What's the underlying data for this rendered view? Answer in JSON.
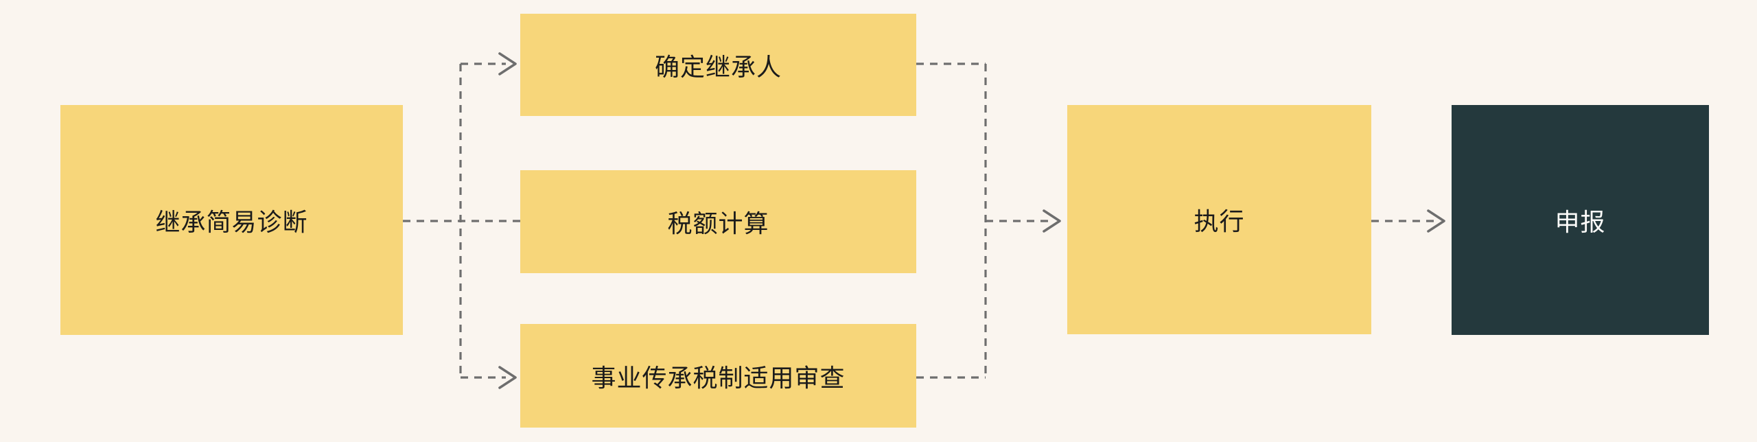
{
  "diagram": {
    "type": "flowchart",
    "background_color": "#FAF5EF",
    "node_fill_color": "#F7D67A",
    "emphasis_node_fill_color": "#24393D",
    "node_text_color": "#1B1B1B",
    "emphasis_node_text_color": "#FCFCFA",
    "connector_color": "#6E6E6E",
    "connector_style": "dashed",
    "nodes": [
      {
        "id": "inheritance-diagnosis",
        "label": "继承简易诊断",
        "role": "start",
        "fill": "#F7D67A"
      },
      {
        "id": "determine-heir",
        "label": "确定继承人",
        "role": "branch",
        "fill": "#F7D67A"
      },
      {
        "id": "tax-calculation",
        "label": "税额计算",
        "role": "branch",
        "fill": "#F7D67A"
      },
      {
        "id": "succession-tax-review",
        "label": "事业传承税制适用审查",
        "role": "branch",
        "fill": "#F7D67A"
      },
      {
        "id": "execute",
        "label": "执行",
        "role": "step",
        "fill": "#F7D67A"
      },
      {
        "id": "declare",
        "label": "申报",
        "role": "end",
        "fill": "#24393D"
      }
    ],
    "edges": [
      {
        "from": "inheritance-diagnosis",
        "to": "determine-heir",
        "style": "dashed",
        "arrowhead": true
      },
      {
        "from": "inheritance-diagnosis",
        "to": "tax-calculation",
        "style": "dashed",
        "arrowhead": false
      },
      {
        "from": "inheritance-diagnosis",
        "to": "succession-tax-review",
        "style": "dashed",
        "arrowhead": true
      },
      {
        "from": "determine-heir",
        "to": "execute",
        "style": "dashed",
        "arrowhead": true
      },
      {
        "from": "tax-calculation",
        "to": "execute",
        "style": "dashed",
        "arrowhead": true
      },
      {
        "from": "succession-tax-review",
        "to": "execute",
        "style": "dashed",
        "arrowhead": true
      },
      {
        "from": "execute",
        "to": "declare",
        "style": "dashed",
        "arrowhead": true
      }
    ]
  }
}
